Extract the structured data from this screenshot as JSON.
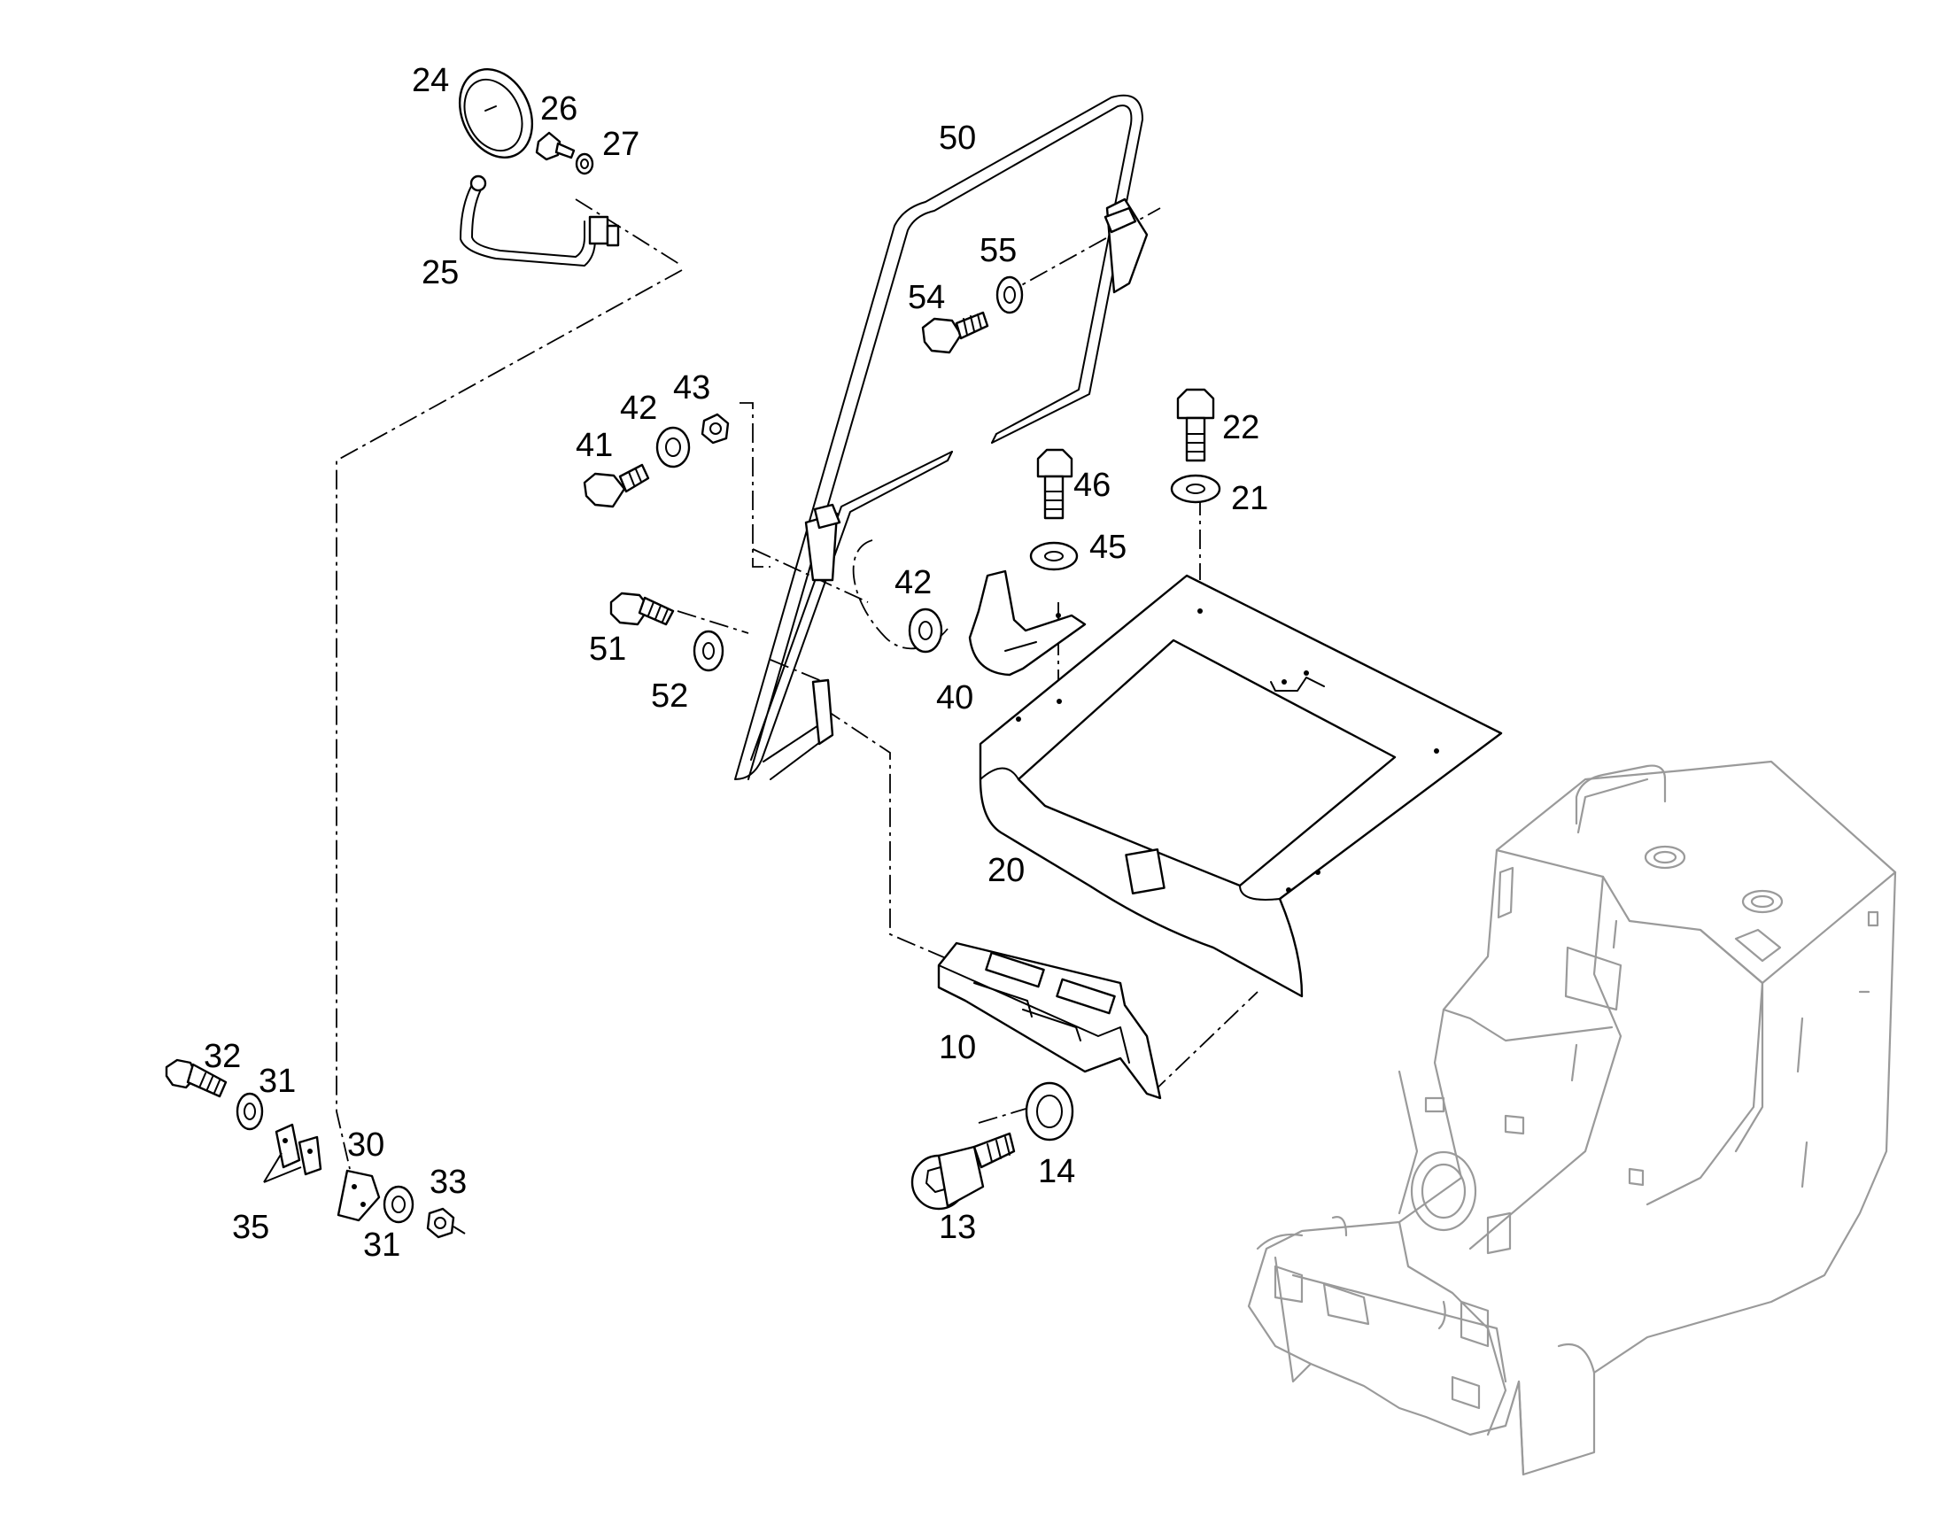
{
  "diagram": {
    "labels": {
      "p10": "10",
      "p13": "13",
      "p14": "14",
      "p20": "20",
      "p21": "21",
      "p22": "22",
      "p24": "24",
      "p25": "25",
      "p26": "26",
      "p27": "27",
      "p30": "30",
      "p31a": "31",
      "p31b": "31",
      "p32": "32",
      "p33": "33",
      "p35": "35",
      "p40": "40",
      "p41": "41",
      "p42a": "42",
      "p42b": "42",
      "p43": "43",
      "p45": "45",
      "p46": "46",
      "p50": "50",
      "p51": "51",
      "p52": "52",
      "p54": "54",
      "p55": "55"
    }
  }
}
